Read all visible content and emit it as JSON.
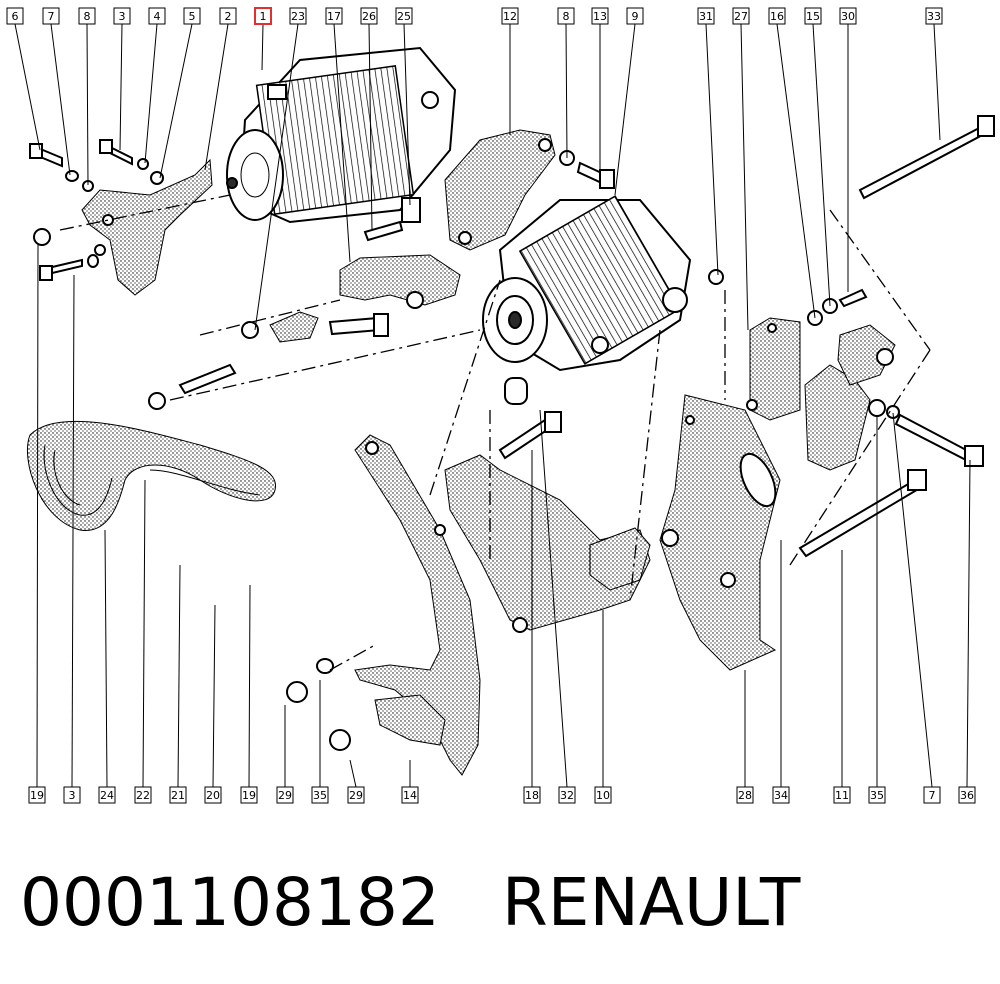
{
  "colors": {
    "ink": "#000000",
    "highlight": "#e03030",
    "background": "#ffffff"
  },
  "top_callouts": [
    "6",
    "7",
    "8",
    "3",
    "4",
    "5",
    "2",
    "1",
    "23",
    "17",
    "26",
    "25",
    "12",
    "8",
    "13",
    "9",
    "31",
    "27",
    "16",
    "15",
    "30",
    "33"
  ],
  "bottom_callouts": [
    "19",
    "3",
    "24",
    "22",
    "21",
    "20",
    "19",
    "29",
    "35",
    "29",
    "14",
    "18",
    "32",
    "10",
    "28",
    "34",
    "11",
    "35",
    "7",
    "36"
  ],
  "highlighted_callout": "1",
  "footer": {
    "part_number": "0001108182",
    "brand": "RENAULT"
  }
}
